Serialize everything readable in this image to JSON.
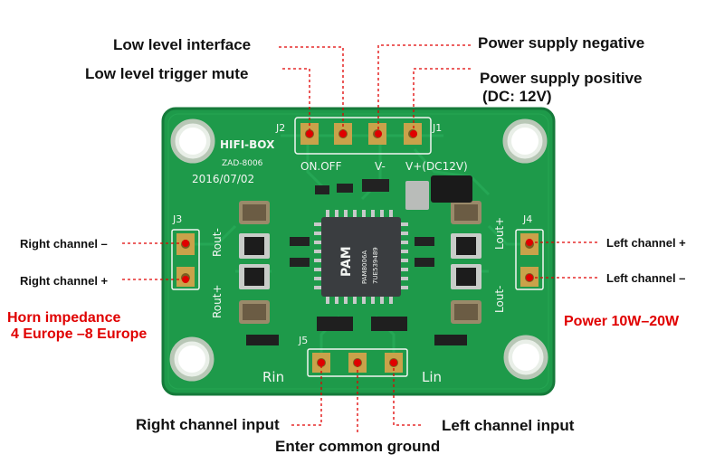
{
  "callouts": {
    "low_level_interface": "Low level interface",
    "low_level_trigger_mute": "Low level trigger mute",
    "power_supply_negative": "Power supply negative",
    "power_supply_positive": "Power supply positive",
    "power_supply_positive_dc": "(DC: 12V)",
    "right_channel_minus": "Right channel –",
    "right_channel_plus": "Right channel +",
    "left_channel_plus": "Left channel +",
    "left_channel_minus": "Left channel –",
    "right_channel_input": "Right channel input",
    "enter_common_ground": "Enter common ground",
    "left_channel_input": "Left channel input"
  },
  "notes": {
    "horn_impedance": "Horn impedance",
    "horn_impedance_range": "4 Europe –8 Europe",
    "power": "Power 10W–20W"
  },
  "board_silkscreen": {
    "j2": "J2",
    "j1": "J1",
    "brand": "HIFI-BOX",
    "model": "ZAD-8006",
    "date": "2016/07/02",
    "on_off": "ON.OFF",
    "v_minus": "V-",
    "v_plus": "V+(DC12V)",
    "j3": "J3",
    "j4": "J4",
    "rout_minus": "Rout-",
    "rout_plus": "Rout+",
    "lout_plus": "Lout+",
    "lout_minus": "Lout-",
    "j5": "J5",
    "rin": "Rin",
    "lin": "Lin",
    "chip_logo": "PAM",
    "chip_part": "PAM8006A",
    "chip_code": "7UE539489"
  },
  "colors": {
    "pcb": "#1e9a4a",
    "pcb_edge": "#157a3a",
    "callout_marker": "#e00000",
    "note_text": "#e00000"
  }
}
